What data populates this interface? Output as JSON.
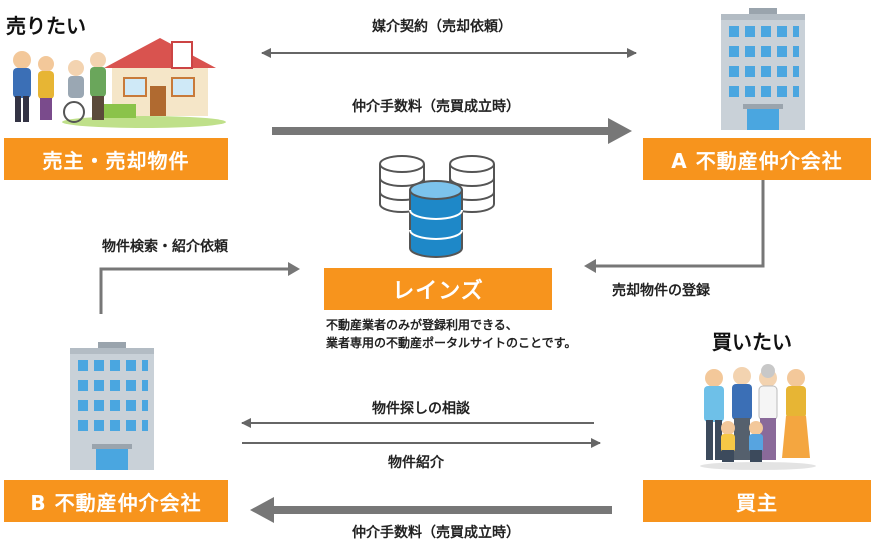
{
  "seller": {
    "heading": "売りたい",
    "box_label": "売主・売却物件"
  },
  "buyer": {
    "heading": "買いたい",
    "box_label": "買主"
  },
  "agency_a": {
    "box_label": "A 不動産仲介会社"
  },
  "agency_b": {
    "box_label": "B 不動産仲介会社"
  },
  "reins": {
    "box_label": "レインズ",
    "description_line1": "不動産業者のみが登録利用できる、",
    "description_line2": "業者専用の不動産ポータルサイトのことです。"
  },
  "arrows": {
    "mediation_contract": "媒介契約（売却依頼）",
    "fee_top": "仲介手数料（売買成立時）",
    "property_registration": "売却物件の登録",
    "search_request": "物件検索・紹介依頼",
    "consultation": "物件探しの相談",
    "introduction": "物件紹介",
    "fee_bottom": "仲介手数料（売買成立時）"
  },
  "colors": {
    "orange": "#f7941d",
    "arrow_gray": "#777777",
    "db_blue": "#1e88c8",
    "building_blue": "#4aa6e0"
  },
  "icons": {
    "seller_illustration": "family-with-house-illustration",
    "building": "office-building-icon",
    "database": "database-stack-icon",
    "buyer_illustration": "family-group-illustration"
  }
}
